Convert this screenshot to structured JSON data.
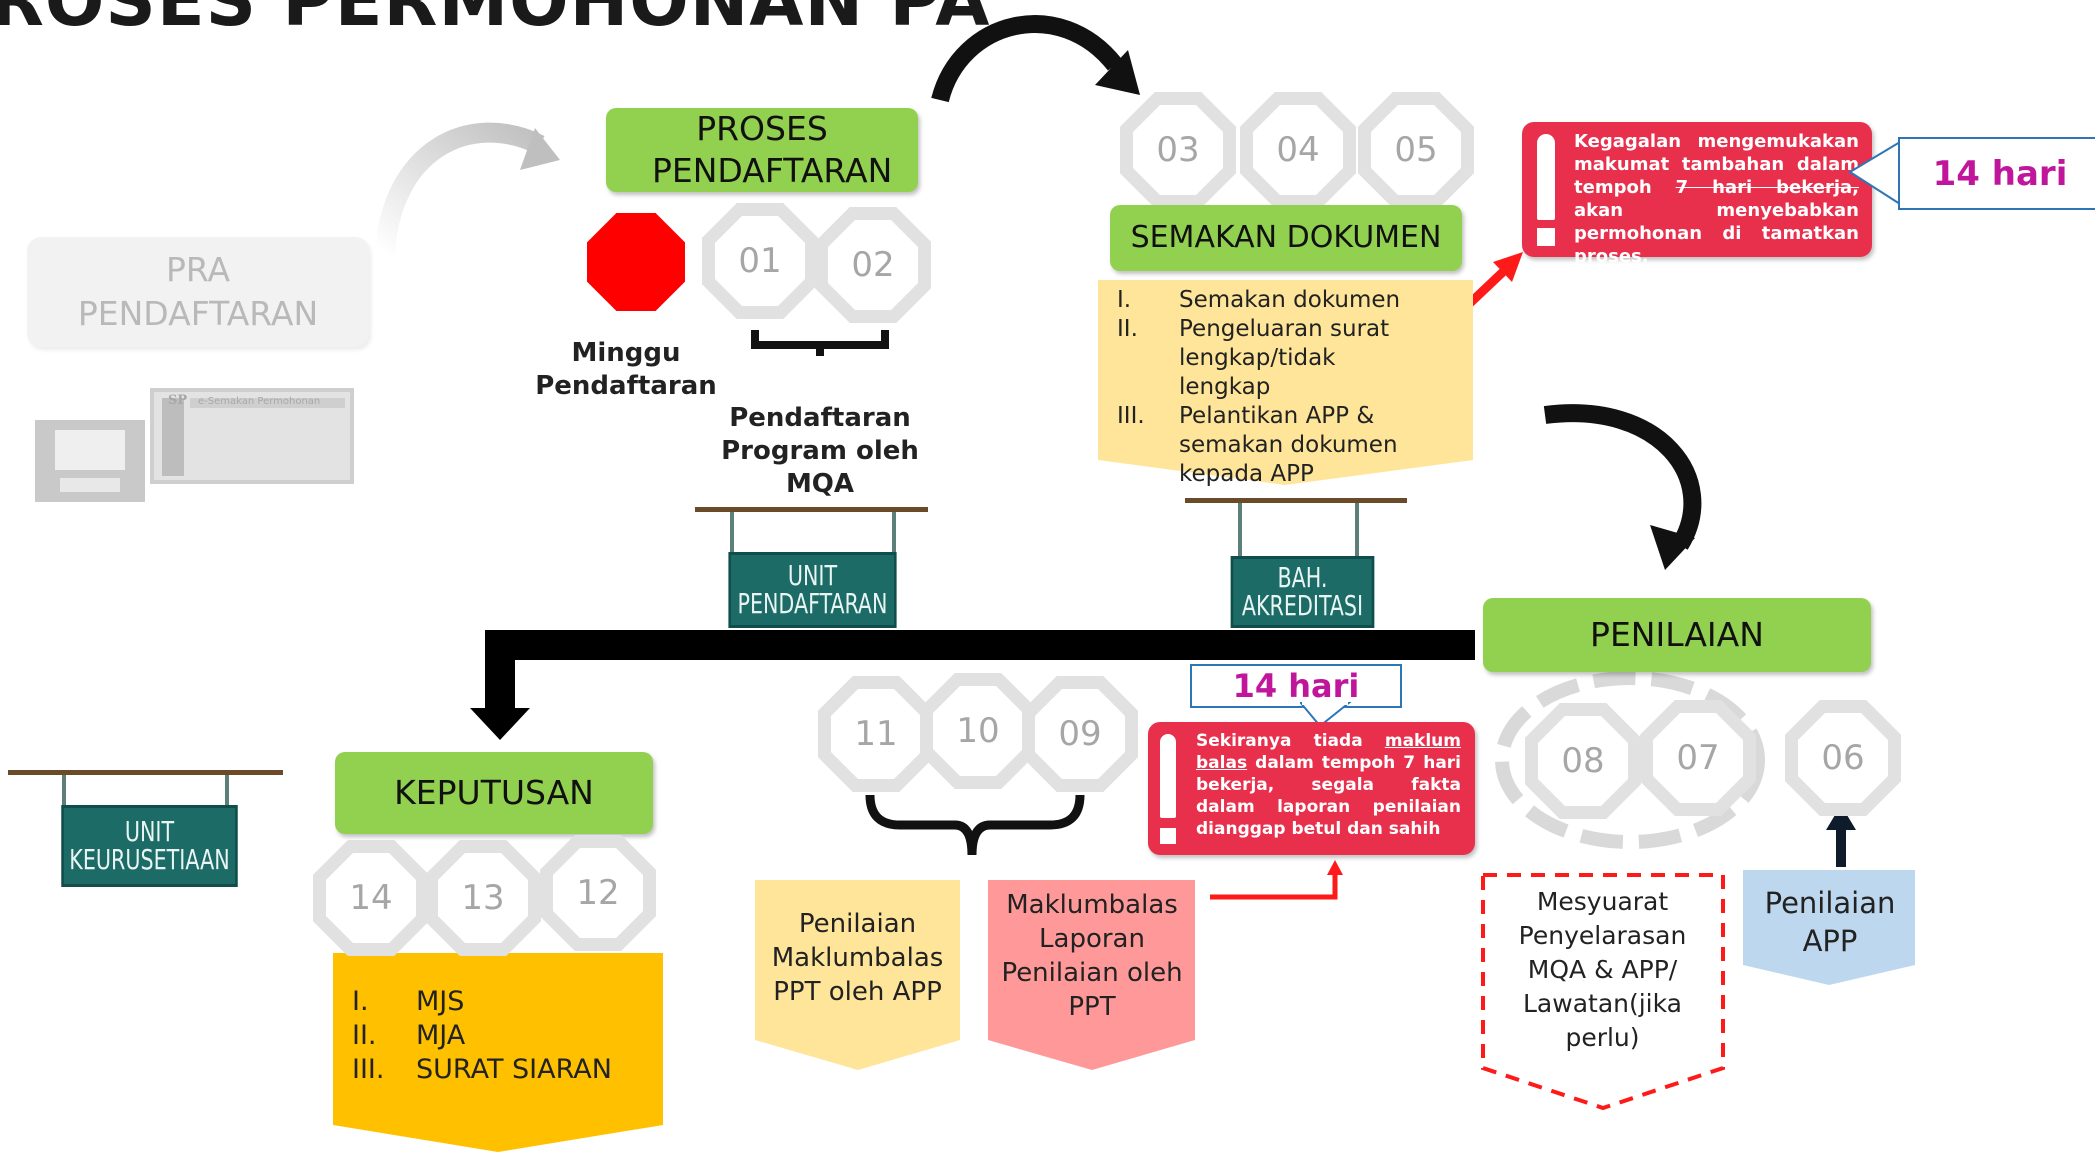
{
  "title": "ROSES PERMOHONAN PA",
  "pra": {
    "label": "PRA PENDAFTARAN",
    "screen_brand": "SP",
    "screen_title": "e-Semakan Permohonan"
  },
  "proses_pendaftaran": {
    "label": "PROSES PENDAFTARAN",
    "steps": [
      "01",
      "02"
    ]
  },
  "minggu": {
    "label": "Minggu Pendaftaran"
  },
  "pendaftaran_program": {
    "label": "Pendaftaran Program oleh MQA"
  },
  "unit_pendaftaran": {
    "line1": "UNIT",
    "line2": "PENDAFTARAN"
  },
  "semakan": {
    "steps": [
      "03",
      "04",
      "05"
    ],
    "label": "SEMAKAN DOKUMEN",
    "items": [
      {
        "num": "I.",
        "text": "Semakan dokumen"
      },
      {
        "num": "II.",
        "text": "Pengeluaran surat lengkap/tidak lengkap"
      },
      {
        "num": "III.",
        "text": "Pelantikan APP & semakan dokumen kepada APP"
      }
    ]
  },
  "bah_akreditasi": {
    "line1": "BAH.",
    "line2": "AKREDITASI"
  },
  "warning_top": {
    "text_before": "Kegagalan mengemukakan makumat tambahan dalam tempoh ",
    "struck": "7 hari bekerja,",
    "text_after": " akan menyebabkan permohonan di tamatkan proses."
  },
  "callout_top": {
    "label": "14 hari"
  },
  "penilaian": {
    "label": "PENILAIAN",
    "steps": [
      "08",
      "07",
      "06"
    ]
  },
  "mesyuarat": {
    "label": "Mesyuarat Penyelarasan MQA & APP/ Lawatan(jika perlu)"
  },
  "penilaian_app": {
    "label": "Penilaian APP"
  },
  "callout_mid": {
    "label": "14 hari"
  },
  "warning_mid": {
    "text_before": "Sekiranya tiada ",
    "underlined": "maklum balas",
    "text_after": " dalam tempoh 7 hari bekerja, segala fakta dalam laporan penilaian dianggap betul dan sahih"
  },
  "middle_steps": [
    "11",
    "10",
    "09"
  ],
  "penilaian_maklumbalas": {
    "label": "Penilaian Maklumbalas PPT oleh APP"
  },
  "maklumbalas_laporan": {
    "label": "Maklumbalas Laporan Penilaian oleh PPT"
  },
  "keputusan": {
    "label": "KEPUTUSAN",
    "steps": [
      "14",
      "13",
      "12"
    ],
    "items": [
      {
        "num": "I.",
        "text": "MJS"
      },
      {
        "num": "II.",
        "text": "MJA"
      },
      {
        "num": "III.",
        "text": "SURAT SIARAN"
      }
    ]
  },
  "unit_keurusetiaan": {
    "line1": "UNIT",
    "line2": "KEURUSETIAAN"
  },
  "colors": {
    "green": "#92d050",
    "yellow": "#fee599",
    "gold": "#ffc000",
    "pink": "#ff9999",
    "blue": "#bdd7ee",
    "red": "#e8304d",
    "teal": "#1d6b66"
  }
}
